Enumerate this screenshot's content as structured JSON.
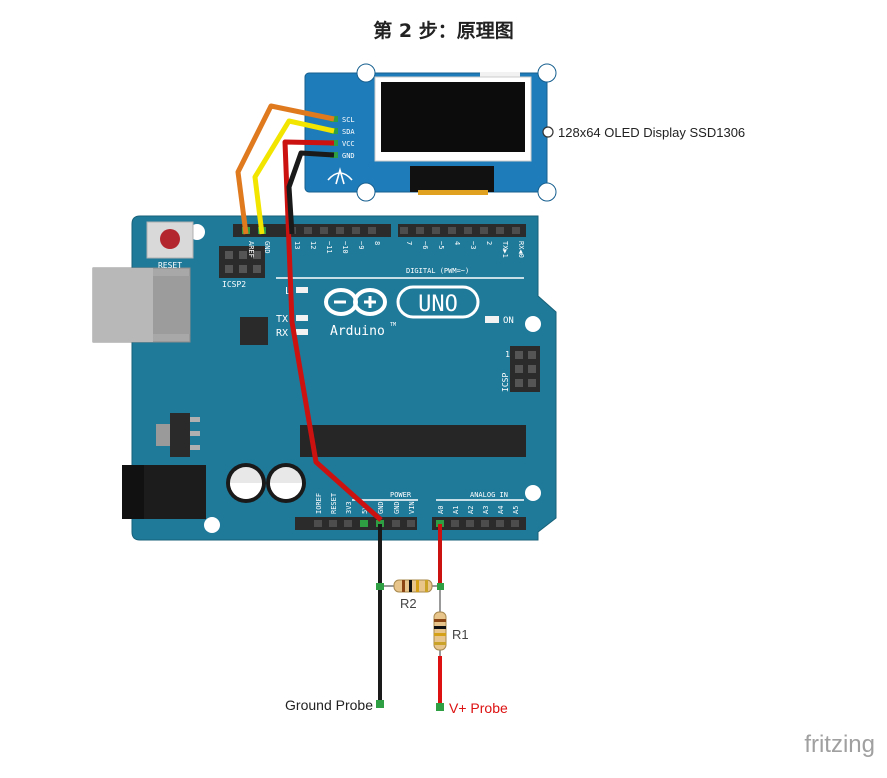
{
  "page": {
    "title": "第 2 步：原理图"
  },
  "oled": {
    "pins": [
      "SCL",
      "SDA",
      "VCC",
      "GND"
    ],
    "label": "128x64 OLED Display SSD1306"
  },
  "arduino": {
    "logo_text": "Arduino",
    "trademark": "TM",
    "model": "UNO",
    "reset_label": "RESET",
    "icsp2_label": "ICSP2",
    "icsp_label": "ICSP",
    "icsp_pin1": "1",
    "tx_label": "TX",
    "rx_label": "RX",
    "l_label": "L",
    "on_label": "ON",
    "digital_label": "DIGITAL (PWM=~)",
    "digital_pins": [
      "AREF",
      "GND",
      "13",
      "12",
      "~11",
      "~10",
      "~9",
      "8",
      "7",
      "~6",
      "~5",
      "4",
      "~3",
      "2",
      "TX▶1",
      "RX◀0"
    ],
    "power_label": "POWER",
    "power_pins": [
      "IOREF",
      "RESET",
      "3V3",
      "5V",
      "GND",
      "GND",
      "VIN"
    ],
    "analog_label": "ANALOG IN",
    "analog_pins": [
      "A0",
      "A1",
      "A2",
      "A3",
      "A4",
      "A5"
    ]
  },
  "components": {
    "r1_label": "R1",
    "r2_label": "R2",
    "ground_probe_label": "Ground Probe",
    "vplus_probe_label": "V+ Probe"
  },
  "watermark": "fritzing",
  "colors": {
    "board": "#1f7a9a",
    "wire_scl": "#e07a1f",
    "wire_sda": "#f2e500",
    "wire_vcc": "#cc1111",
    "wire_gnd": "#1a1a1a",
    "probe_red": "#dd1111"
  }
}
